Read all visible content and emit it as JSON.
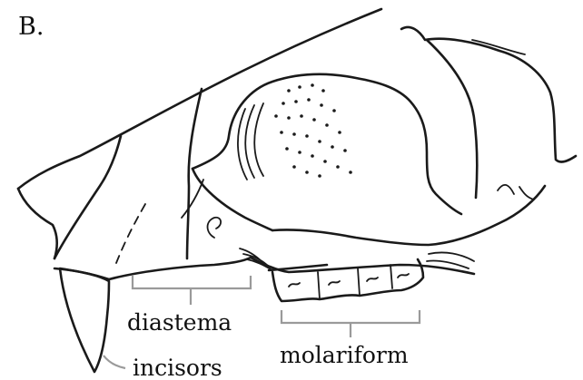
{
  "panel_label": "B.",
  "labels": {
    "diastema": "diastema",
    "incisors": "incisors",
    "molariform": "molariform"
  },
  "colors": {
    "ink": "#1a1a1a",
    "bracket": "#9a9a9a",
    "background": "#ffffff"
  }
}
